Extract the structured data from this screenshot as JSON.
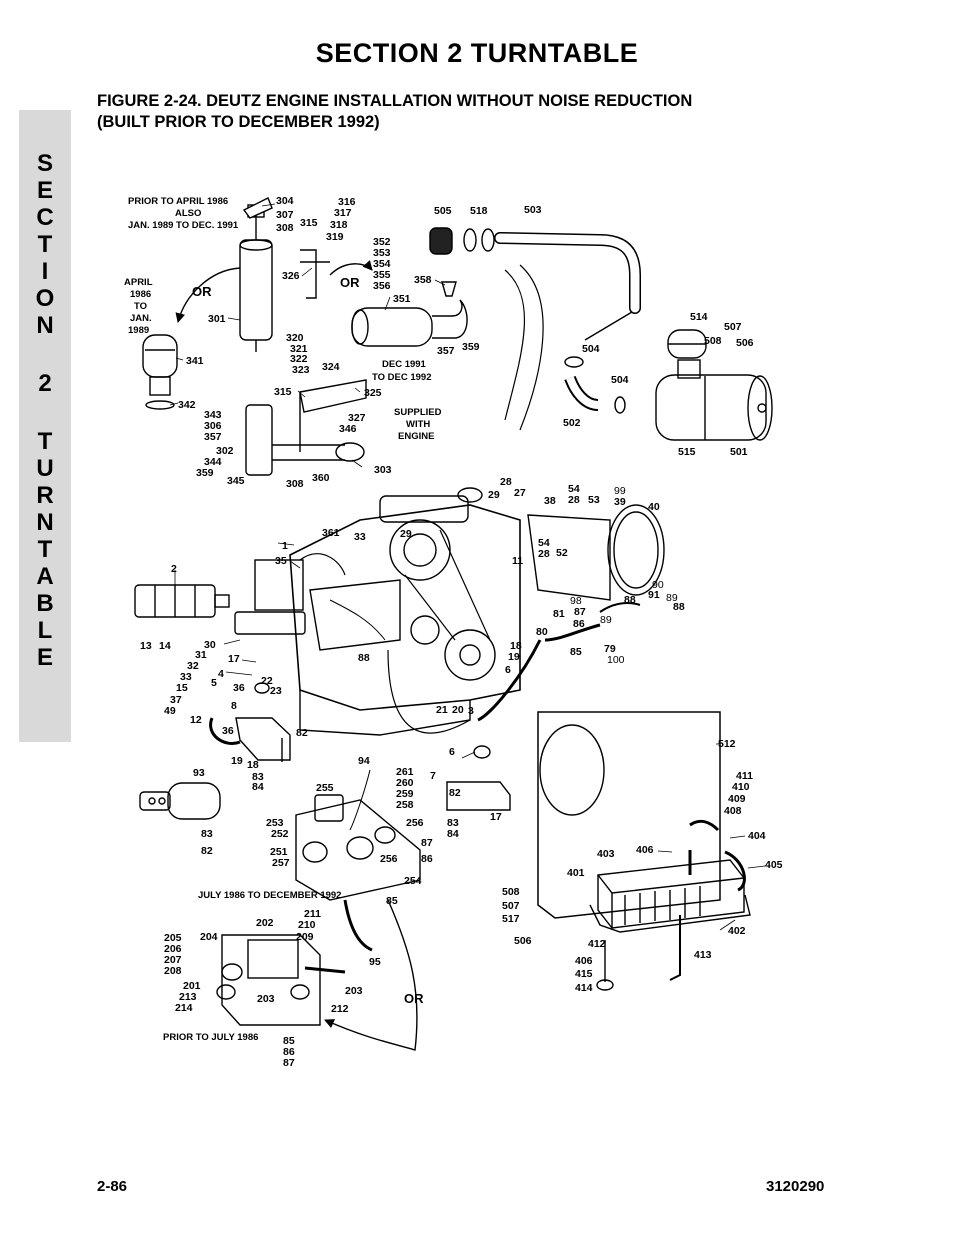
{
  "header": {
    "title": "SECTION 2  TURNTABLE",
    "figure_line1": "FIGURE 2-24.  DEUTZ ENGINE INSTALLATION WITHOUT NOISE REDUCTION",
    "figure_line2": "(BUILT PRIOR TO DECEMBER 1992)"
  },
  "side_tab": {
    "letters": [
      "S",
      "E",
      "C",
      "T",
      "I",
      "O",
      "N",
      "",
      "2",
      "",
      "T",
      "U",
      "R",
      "N",
      "T",
      "A",
      "B",
      "L",
      "E"
    ]
  },
  "footer": {
    "page_number": "2-86",
    "doc_number": "3120290"
  },
  "notes": {
    "prior_apr_1": "PRIOR TO APRIL 1986",
    "prior_apr_2": "ALSO",
    "prior_apr_3": "JAN. 1989 TO DEC. 1991",
    "april_1": "APRIL",
    "april_2": "1986",
    "april_3": "TO",
    "april_4": "JAN.",
    "april_5": "1989",
    "or_1": "OR",
    "or_2": "OR",
    "or_3": "OR",
    "dec_1": "DEC 1991",
    "dec_2": "TO DEC 1992",
    "supplied_1": "SUPPLIED",
    "supplied_2": "WITH",
    "supplied_3": "ENGINE",
    "july_note": "JULY 1986 TO DECEMBER 1992",
    "prior_july": "PRIOR TO JULY 1986"
  },
  "callouts": [
    "304",
    "307",
    "308",
    "316",
    "317",
    "318",
    "319",
    "315",
    "326",
    "301",
    "341",
    "342",
    "352",
    "353",
    "354",
    "355",
    "356",
    "358",
    "351",
    "357",
    "359",
    "505",
    "518",
    "503",
    "514",
    "507",
    "508",
    "506",
    "504",
    "504",
    "502",
    "515",
    "501",
    "320",
    "321",
    "322",
    "323",
    "324",
    "315",
    "325",
    "343",
    "306",
    "357",
    "327",
    "346",
    "302",
    "344",
    "359",
    "345",
    "308",
    "360",
    "303",
    "28",
    "29",
    "27",
    "54",
    "28",
    "53",
    "38",
    "99",
    "39",
    "40",
    "54",
    "28",
    "52",
    "11",
    "361",
    "33",
    "29",
    "1",
    "35",
    "2",
    "13",
    "14",
    "30",
    "31",
    "32",
    "33",
    "15",
    "37",
    "49",
    "17",
    "4",
    "5",
    "22",
    "23",
    "36",
    "8",
    "12",
    "36",
    "82",
    "19",
    "18",
    "83",
    "84",
    "90",
    "91",
    "89",
    "88",
    "88",
    "98",
    "87",
    "86",
    "89",
    "81",
    "80",
    "79",
    "85",
    "100",
    "18",
    "19",
    "6",
    "88",
    "21",
    "20",
    "3",
    "93",
    "83",
    "82",
    "94",
    "261",
    "260",
    "259",
    "258",
    "255",
    "253",
    "252",
    "251",
    "257",
    "256",
    "87",
    "86",
    "256",
    "254",
    "6",
    "7",
    "82",
    "83",
    "84",
    "17",
    "512",
    "411",
    "410",
    "409",
    "408",
    "404",
    "405",
    "406",
    "403",
    "401",
    "508",
    "507",
    "517",
    "506",
    "412",
    "406",
    "415",
    "414",
    "413",
    "402",
    "85",
    "211",
    "210",
    "209",
    "202",
    "204",
    "205",
    "206",
    "207",
    "208",
    "201",
    "213",
    "214",
    "203",
    "203",
    "212",
    "95",
    "85",
    "86",
    "87"
  ]
}
